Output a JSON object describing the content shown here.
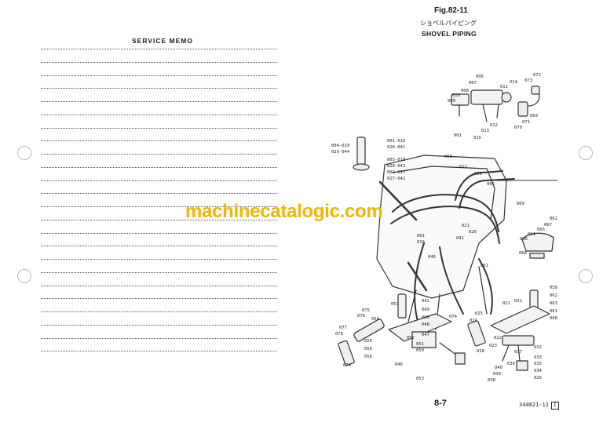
{
  "memo": {
    "title": "SERVICE  MEMO",
    "line_count": 24
  },
  "figure": {
    "number": "Fig.82-11",
    "title_jp": "ショベルパイピング",
    "title_en": "SHOVEL PIPING"
  },
  "watermark": "machinecatalogic.com",
  "footer": {
    "page": "8-7",
    "code": "344821-11",
    "boxed": "I"
  },
  "callouts": {
    "c004_019": "004-019",
    "c029_044": "029-044",
    "c001_016": "001-016",
    "c026_041": "026-041",
    "c003_018": "003-018",
    "c028_043": "028-043",
    "c002_017": "002-017",
    "c027_042": "027-042",
    "c059a": "059",
    "c011": "011",
    "c059b": "059",
    "c006a": "006",
    "c069": "069",
    "c006b": "006",
    "c007": "007",
    "c008": "008",
    "c010": "010",
    "c009": "009",
    "c001": "001",
    "c015": "015",
    "c013": "013",
    "c012": "012",
    "c011b": "011",
    "c014": "014",
    "c072": "072",
    "c073": "073",
    "c070": "070",
    "c071": "071",
    "c069b": "069",
    "c062": "062",
    "c067": "067",
    "c065": "065",
    "c064": "064",
    "c066": "066",
    "c068": "068",
    "c001b": "001",
    "c016": "016",
    "c046": "046",
    "c021": "021",
    "c026": "026",
    "c041": "041",
    "c051": "051",
    "c057": "057",
    "c041b": "041",
    "c049": "049",
    "c050": "050",
    "c048": "048",
    "c075": "075",
    "c076": "076",
    "c054": "054",
    "c077": "077",
    "c078": "078",
    "c055": "055",
    "c056": "056",
    "c058": "058",
    "c052": "052",
    "c047": "047",
    "c051b": "051",
    "c050b": "050",
    "c046b": "046",
    "c074": "074",
    "c074b": "074",
    "c053": "053",
    "c025": "025",
    "c024": "024",
    "c021b": "021",
    "c031": "031",
    "c059c": "059",
    "c062b": "062",
    "c063": "063",
    "c061": "061",
    "c060": "060",
    "c023": "023",
    "c022": "022",
    "c018": "018",
    "c040": "040",
    "c039": "039",
    "c038": "038",
    "c036": "036",
    "c037": "037",
    "c032": "032",
    "c033": "033",
    "c035": "035",
    "c034": "034",
    "c026b": "026"
  }
}
